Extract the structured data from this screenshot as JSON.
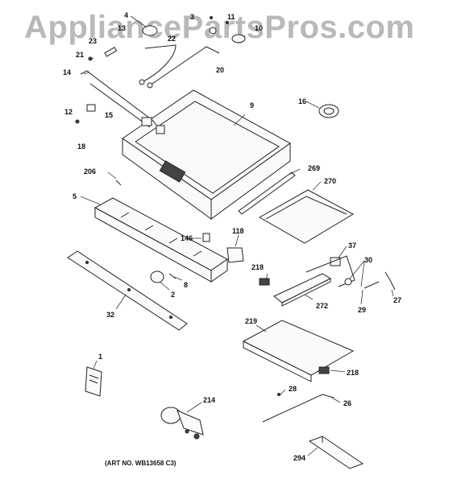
{
  "watermark": "AppliancePartsPros.com",
  "art_number": "(ART NO. WB13658 C3)",
  "callouts": {
    "p1": "1",
    "p2": "2",
    "p3": "3",
    "p4": "4",
    "p5": "5",
    "p8": "8",
    "p9": "9",
    "p10": "10",
    "p11": "11",
    "p12": "12",
    "p13": "13",
    "p14": "14",
    "p15": "15",
    "p16": "16",
    "p18": "18",
    "p20": "20",
    "p21": "21",
    "p22": "22",
    "p23": "23",
    "p26": "26",
    "p27": "27",
    "p28": "28",
    "p29": "29",
    "p30": "30",
    "p32": "32",
    "p37": "37",
    "p118": "118",
    "p146": "146",
    "p206": "206",
    "p214": "214",
    "p218a": "218",
    "p218b": "218",
    "p219": "219",
    "p269": "269",
    "p270": "270",
    "p272": "272",
    "p294": "294"
  }
}
